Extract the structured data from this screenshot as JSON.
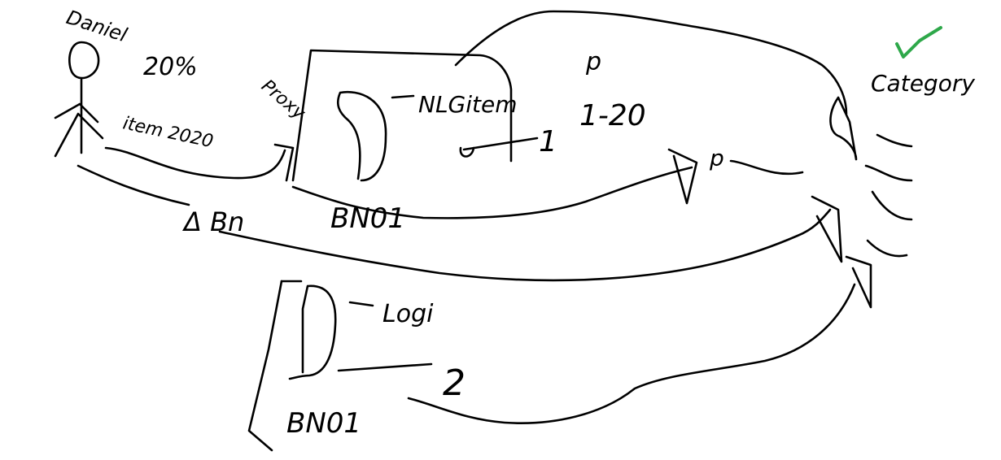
{
  "labels": {
    "person_name": "Daniel",
    "percent": "20%",
    "item_2020": "item 2020",
    "proxy": "Proxy",
    "nlg_item": "NLGitem",
    "value_1": "1",
    "p": "p",
    "range": "1-20",
    "p_small": "p",
    "category": "Category",
    "delta_bn": "Δ Bn",
    "bn01_top": "BN01",
    "logi": "Logi",
    "value_2": "2",
    "bn01_bottom": "BN01"
  },
  "colors": {
    "ink": "#000000",
    "checkmark": "#2ea84a"
  }
}
